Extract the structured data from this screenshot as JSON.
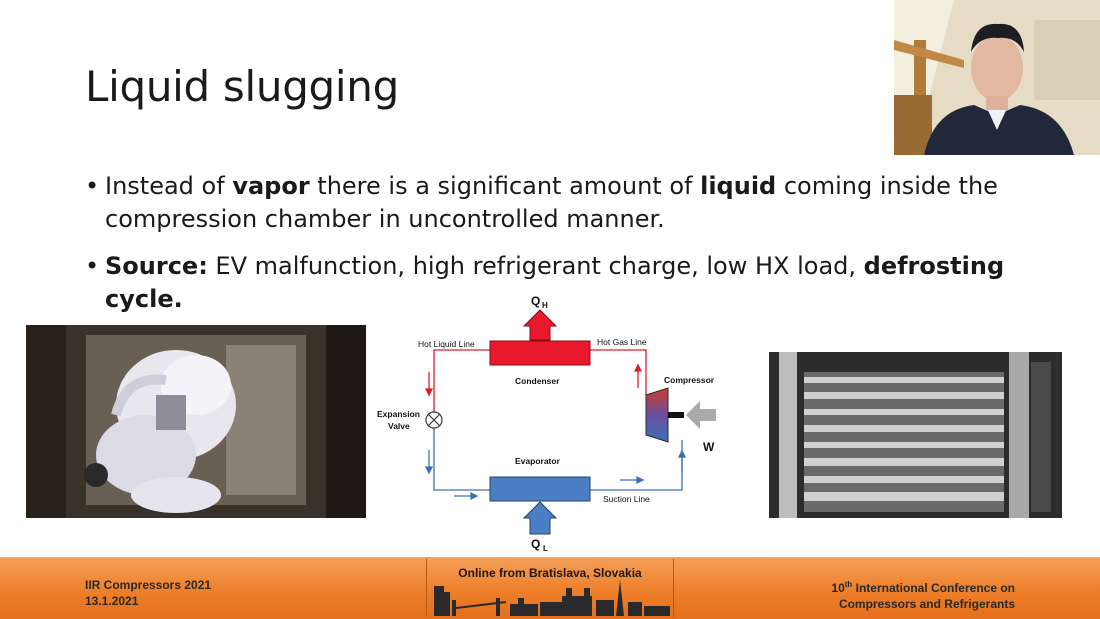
{
  "slide": {
    "title": "Liquid slugging",
    "bullets": [
      {
        "parts": [
          "Instead of ",
          "vapor",
          " there is a significant amount of ",
          "liquid",
          " coming inside the compression chamber in uncontrolled manner."
        ]
      },
      {
        "parts": [
          "Source:",
          " EV malfunction, high refrigerant charge, low HX load, ",
          "defrosting cycle."
        ]
      }
    ]
  },
  "diagram": {
    "qh": "Q",
    "qh_sub": "H",
    "ql": "Q",
    "ql_sub": "L",
    "hot_liquid_line": "Hot Liquid Line",
    "hot_gas_line": "Hot Gas Line",
    "condenser": "Condenser",
    "compressor": "Compressor",
    "expansion_valve_1": "Expansion",
    "expansion_valve_2": "Valve",
    "evaporator": "Evaporator",
    "suction_line": "Suction Line",
    "work": "W",
    "colors": {
      "hot": "#d8202a",
      "cold": "#3d6fb5",
      "condenser": "#e8192c",
      "evaporator": "#4a7fc6",
      "compressor": "#6a4fa0"
    }
  },
  "footer": {
    "left_line1": "IIR Compressors 2021",
    "left_line2": "13.1.2021",
    "center": "Online from Bratislava, Slovakia",
    "right_line1_pre": "10",
    "right_line1_sup": "th",
    "right_line1_post": " International Conference on",
    "right_line2": "Compressors and Refrigerants",
    "color": "#ee7f2a"
  }
}
